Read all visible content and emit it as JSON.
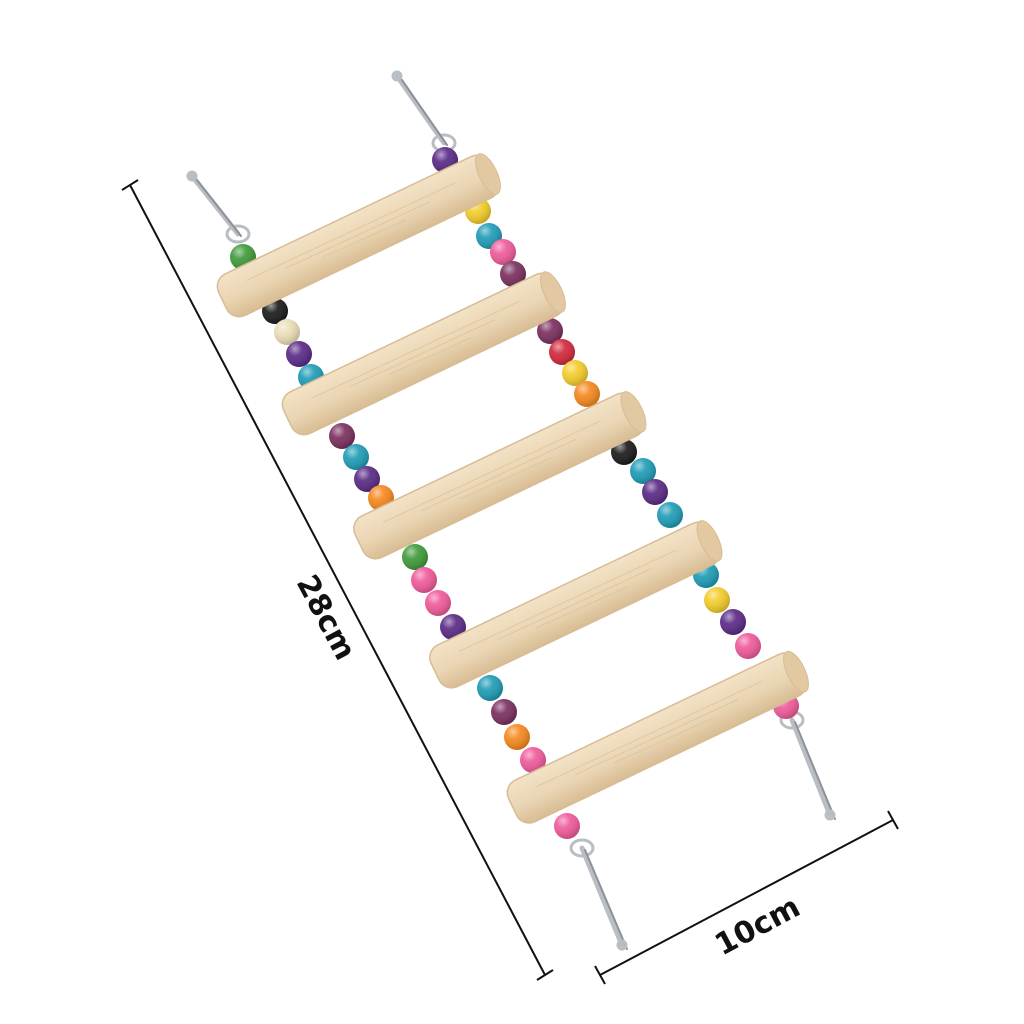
{
  "dimensions": {
    "height_label": "28cm",
    "width_label": "10cm"
  },
  "ladder": {
    "rung_count": 5,
    "wood_color": "#EBD6B6",
    "wood_shade": "#D7BC95",
    "metal_color": "#B9BEC4"
  }
}
